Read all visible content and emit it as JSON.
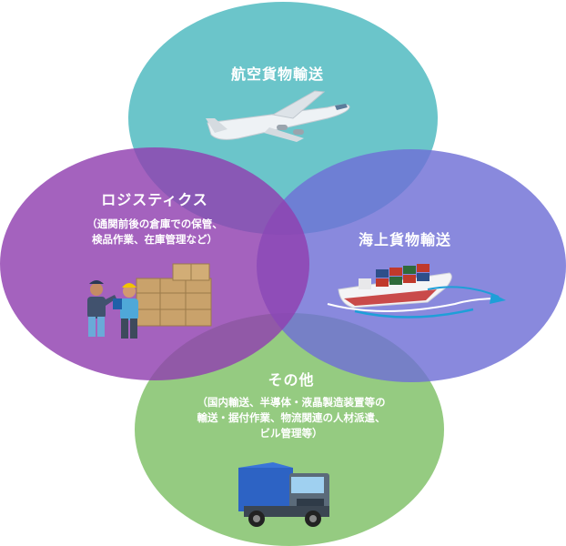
{
  "circles": {
    "air": {
      "title": "航空貨物輸送",
      "color": "#5fc0c6"
    },
    "sea": {
      "title": "海上貨物輸送",
      "color": "#7b79d6"
    },
    "logistics": {
      "title": "ロジスティクス",
      "desc": [
        "（通関前後の倉庫での保管、",
        "検品作業、在庫管理など）"
      ],
      "color": "#9a4bb5"
    },
    "other": {
      "title": "その他",
      "desc": [
        "（国内輸送、半導体・液晶製造装置等の",
        "輸送・据付作業、物流関連の人材派遣、",
        "ビル管理等）"
      ],
      "color": "#8fc97a"
    }
  },
  "icons": [
    "airplane-icon",
    "cargo-ship-icon",
    "warehouse-workers-icon",
    "truck-icon"
  ]
}
